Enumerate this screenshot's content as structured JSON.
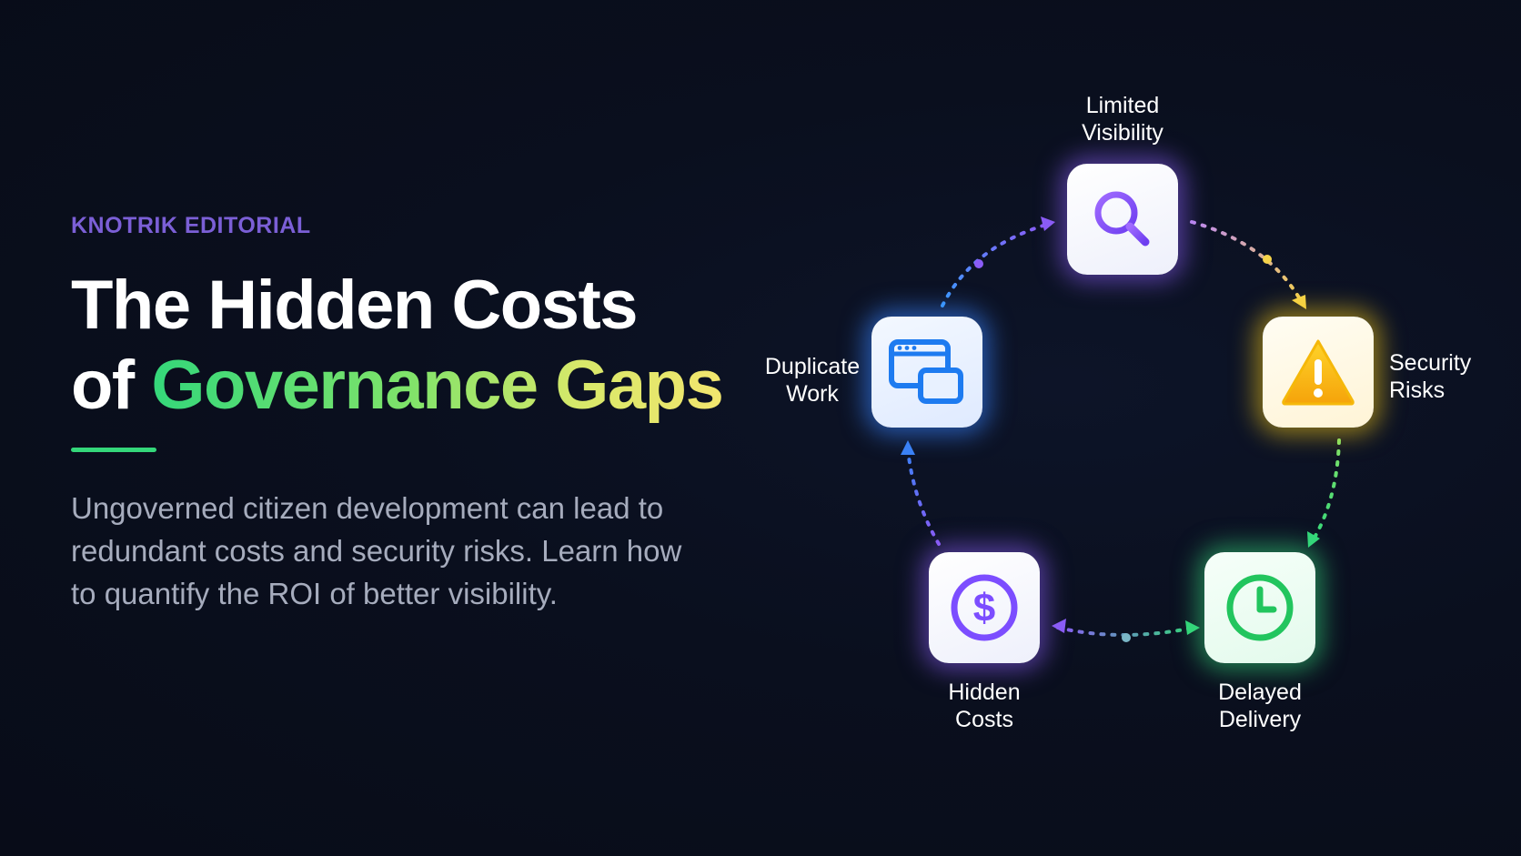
{
  "eyebrow": "KNOTRIK EDITORIAL",
  "headline": {
    "line1": "The Hidden Costs",
    "line2_prefix": "of ",
    "line2_highlight": "Governance Gaps"
  },
  "description": "Ungoverned citizen development can lead to redundant costs and security risks. Learn how to quantify the ROI of better visibility.",
  "colors": {
    "background": "#0a0f1e",
    "eyebrow": "#7b5fd6",
    "accent_green": "#34d77a",
    "accent_yellow": "#f2e66e",
    "purple": "#8b5cf6",
    "yellow": "#facc15",
    "green": "#22c55e",
    "blue": "#3b82f6"
  },
  "cycle": [
    {
      "id": "limited-visibility",
      "line1": "Limited",
      "line2": "Visibility",
      "icon": "magnifier-icon"
    },
    {
      "id": "security-risks",
      "line1": "Security",
      "line2": "Risks",
      "icon": "warning-icon"
    },
    {
      "id": "delayed-delivery",
      "line1": "Delayed",
      "line2": "Delivery",
      "icon": "clock-icon"
    },
    {
      "id": "hidden-costs",
      "line1": "Hidden",
      "line2": "Costs",
      "icon": "dollar-icon"
    },
    {
      "id": "duplicate-work",
      "line1": "Duplicate",
      "line2": "Work",
      "icon": "duplicate-windows-icon"
    }
  ]
}
